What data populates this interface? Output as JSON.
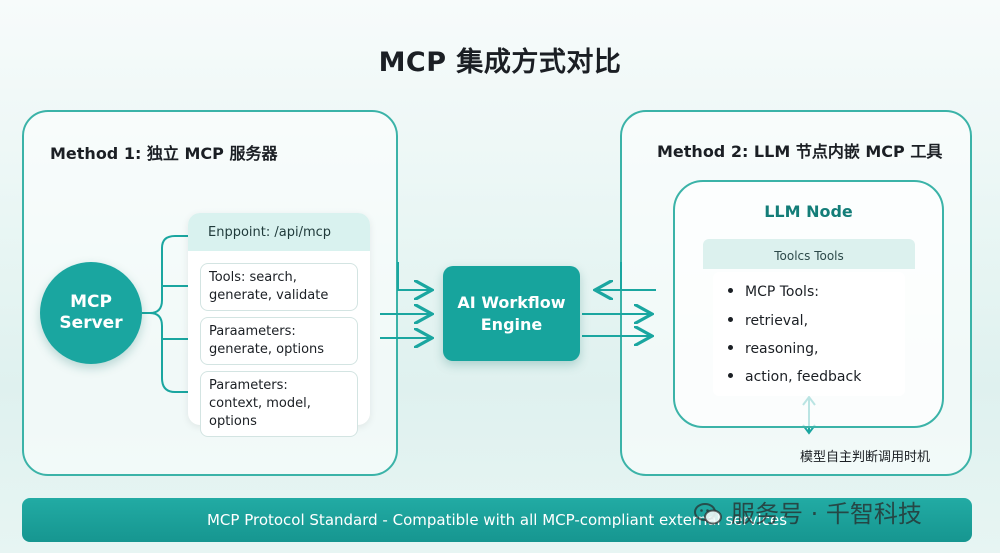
{
  "title": "MCP 集成方式对比",
  "method1": {
    "title": "Method 1: 独立 MCP 服务器",
    "server": {
      "line1": "MCP",
      "line2": "Server"
    },
    "endpoint": "Enppoint: /api/mcp",
    "cards": [
      {
        "line1": "Tools: search,",
        "line2": "generate, validate"
      },
      {
        "line1": "Paraameters:",
        "line2": "generate, options"
      },
      {
        "line1": "Parameters:",
        "line2": "context, model, options"
      }
    ]
  },
  "engine": {
    "line1": "AI Workflow",
    "line2": "Engine"
  },
  "method2": {
    "title": "Method 2: LLM 节点内嵌 MCP 工具",
    "node_title": "LLM Node",
    "tools_header": "Toolcs Tools",
    "items": [
      "MCP Tools:",
      "retrieval,",
      "reasoning,",
      "action, feedback"
    ],
    "caption": "模型自主判断调用时机"
  },
  "footer": "MCP Protocol Standard - Compatible with all MCP-compliant external services",
  "watermark": "服务号 · 千智科技",
  "colors": {
    "teal": "#1aa6a0",
    "border": "#3bb3a8",
    "light": "#d9f2ef"
  }
}
